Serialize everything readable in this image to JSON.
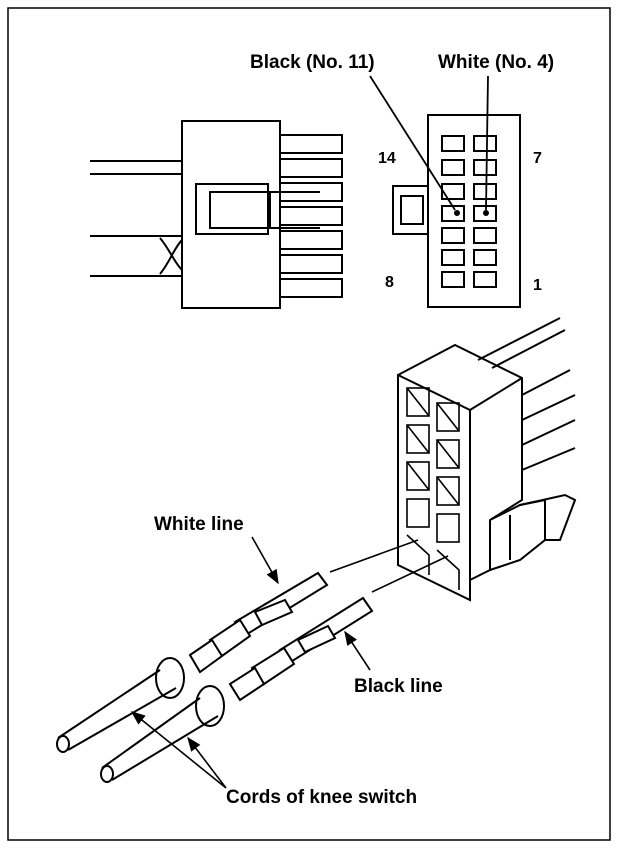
{
  "labels": {
    "black_no11": "Black (No. 11)",
    "white_no4": "White (No. 4)",
    "pin_14": "14",
    "pin_7": "7",
    "pin_8": "8",
    "pin_1": "1",
    "white_line": "White line",
    "black_line": "Black line",
    "cords": "Cords of knee switch"
  },
  "colors": {
    "ink": "#000000",
    "paper": "#ffffff"
  }
}
